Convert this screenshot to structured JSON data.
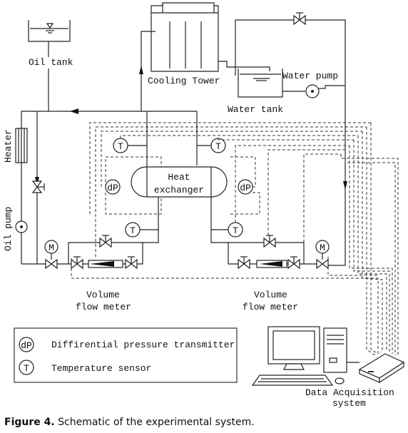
{
  "labels": {
    "oil_tank": "Oil tank",
    "cooling_tower": "Cooling Tower",
    "water_pump": "Water pump",
    "water_tank": "Water tank",
    "heater": "Heater",
    "oil_pump": "Oil pump",
    "heat_exchanger_line1": "Heat",
    "heat_exchanger_line2": "exchanger",
    "flow_meter_left_line1": "Volume",
    "flow_meter_left_line2": "flow meter",
    "flow_meter_right_line1": "Volume",
    "flow_meter_right_line2": "flow meter",
    "daq_line1": "Data Acquisition",
    "daq_line2": "system",
    "symbol_t": "T",
    "symbol_dp": "dP",
    "symbol_m": "M"
  },
  "legend": [
    {
      "symbol": "dP",
      "text": "Diffirential pressure transmitter"
    },
    {
      "symbol": "T",
      "text": "Temperature sensor"
    }
  ],
  "caption": {
    "prefix": "Figure 4.",
    "text": " Schematic of the experimental system."
  }
}
